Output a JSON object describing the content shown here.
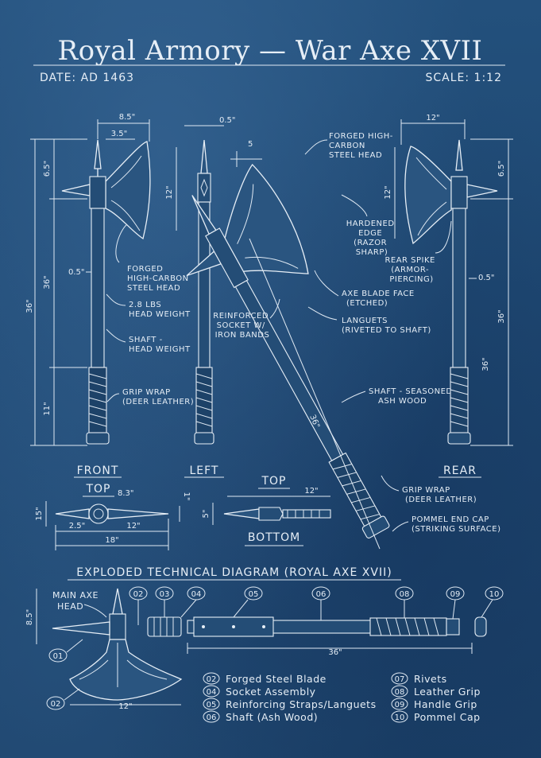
{
  "header": {
    "title": "Royal Armory — War Axe XVII",
    "date": "DATE: AD 1463",
    "scale": "SCALE: 1:12"
  },
  "views": {
    "front": "FRONT",
    "left": "LEFT",
    "rear": "REAR",
    "top": "TOP",
    "top2": "TOP",
    "bottom": "BOTTOM"
  },
  "dims": {
    "d8_5": "8.5\"",
    "d3_5": "3.5\"",
    "d0_5a": "0.5\"",
    "d12a": "12\"",
    "d6_5a": "6.5\"",
    "d36a": "36\"",
    "d36b": "36\"",
    "d0_5b": "0.5\"",
    "d11": "11\"",
    "d12b": "12\"",
    "d5a": "5",
    "d12c": "12\"",
    "d6_5b": "6.5\"",
    "d12d": "12\"",
    "d0_5c": "0.5\"",
    "d36c": "36\"",
    "d36d": "36\"",
    "d15": "15\"",
    "d8_3": "8.3\"",
    "d1": "1\"",
    "d2_5": "2.5\"",
    "d12e": "12\"",
    "d18": "18\"",
    "d5b": "5\"",
    "d12f": "12\"",
    "d8_5b": "8.5\"",
    "d12g": "12\"",
    "d36e": "36\""
  },
  "notes": {
    "forged1": [
      "FORGED",
      "HIGH-CARBON",
      "STEEL HEAD"
    ],
    "weight": [
      "2.8 LBS",
      "HEAD WEIGHT"
    ],
    "shaftw": [
      "SHAFT -",
      "HEAD WEIGHT"
    ],
    "gripl": [
      "GRIP WRAP",
      "(DEER LEATHER)"
    ],
    "forged2": [
      "FORGED HIGH-",
      "CARBON",
      "STEEL HEAD"
    ],
    "edge": [
      "HARDENED",
      "EDGE",
      "(RAZOR",
      "SHARP)"
    ],
    "rearspike": [
      "REAR SPIKE",
      "(ARMOR-",
      "PIERCING)"
    ],
    "reinf": [
      "REINFORCED",
      "SOCKET W/",
      "IRON BANDS"
    ],
    "bladeface": [
      "AXE BLADE FACE",
      "(ETCHED)"
    ],
    "languets": [
      "LANGUETS",
      "(RIVETED TO SHAFT)"
    ],
    "shafts": [
      "SHAFT - SEASONED",
      "ASH WOOD"
    ],
    "gripr": [
      "GRIP WRAP",
      "(DEER LEATHER)"
    ],
    "pommel": [
      "POMMEL END CAP",
      "(STRIKING SURFACE)"
    ],
    "mainhead": [
      "MAIN AXE",
      "HEAD"
    ]
  },
  "exploded": {
    "title": "EXPLODED TECHNICAL DIAGRAM (ROYAL AXE XVII)",
    "callouts": [
      "01",
      "02",
      "02",
      "03",
      "04",
      "05",
      "06",
      "08",
      "09",
      "10"
    ],
    "legend_left": [
      {
        "num": "02",
        "label": "Forged Steel Blade"
      },
      {
        "num": "04",
        "label": "Socket Assembly"
      },
      {
        "num": "05",
        "label": "Reinforcing Straps/Languets"
      },
      {
        "num": "06",
        "label": "Shaft (Ash Wood)"
      }
    ],
    "legend_right": [
      {
        "num": "07",
        "label": "Rivets"
      },
      {
        "num": "08",
        "label": "Leather Grip"
      },
      {
        "num": "09",
        "label": "Handle Grip"
      },
      {
        "num": "10",
        "label": "Pommel Cap"
      }
    ]
  },
  "colors": {
    "background": "#1e4a73",
    "ink": "#e6eef6"
  }
}
